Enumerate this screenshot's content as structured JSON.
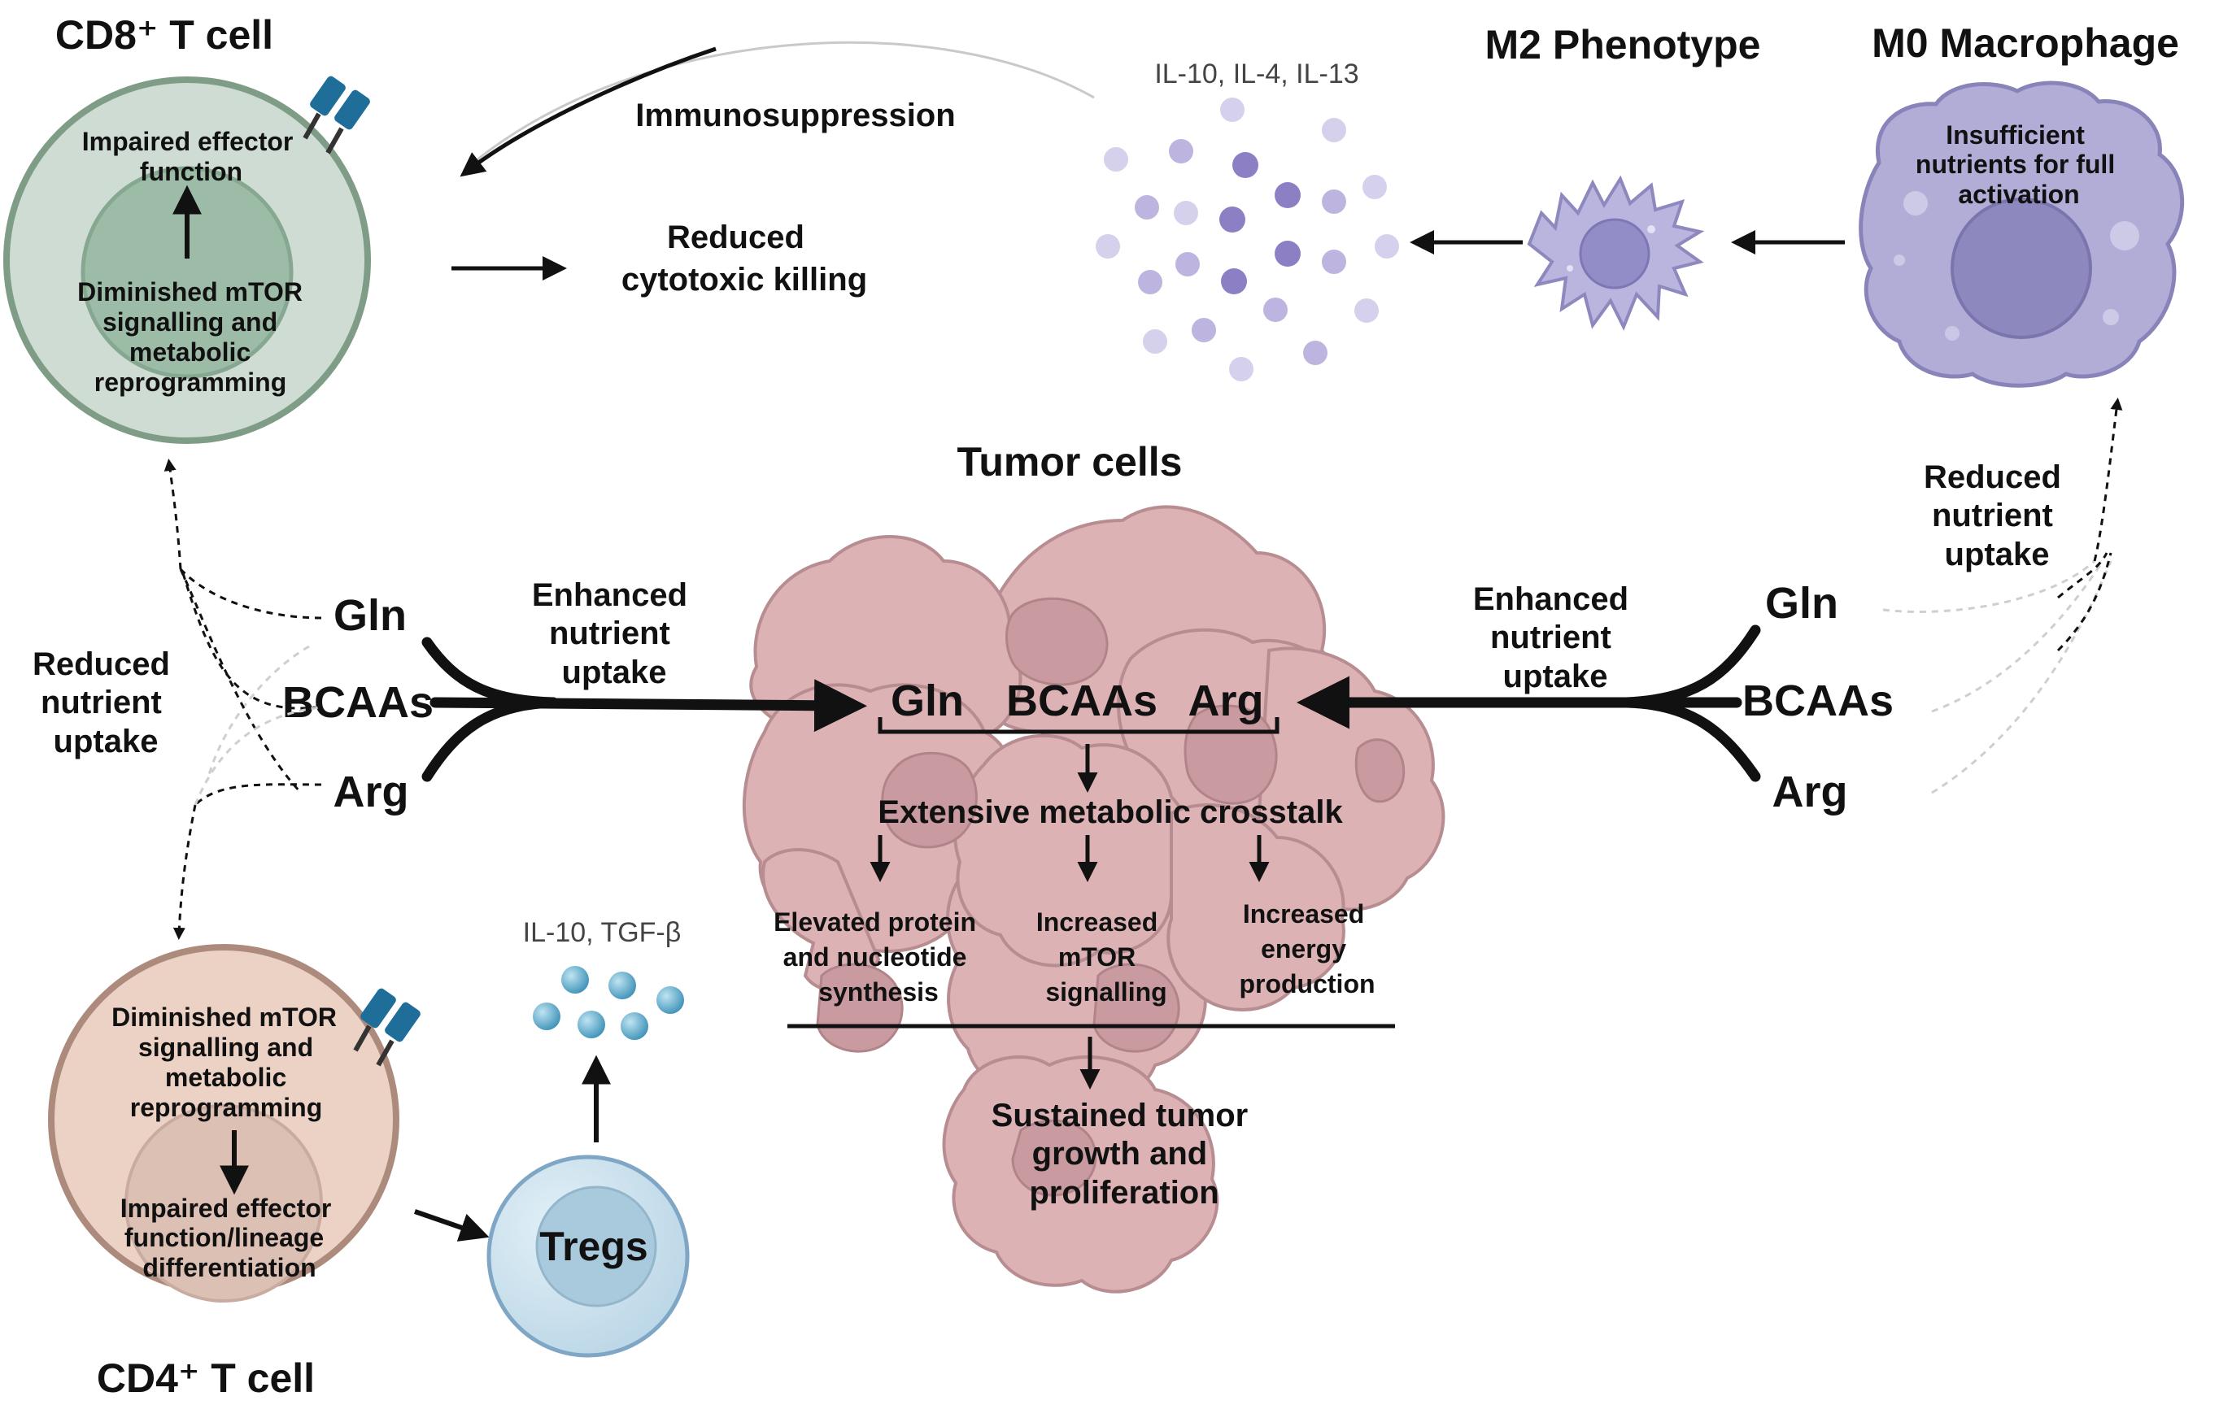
{
  "titles": {
    "cd8": "CD8⁺ T cell",
    "cd4": "CD4⁺ T cell",
    "m2": "M2 Phenotype",
    "m0": "M0 Macrophage",
    "tumor": "Tumor cells",
    "tregs": "Tregs"
  },
  "cd8_cell": {
    "outer_text": [
      "Impaired effector",
      "function"
    ],
    "inner_text": [
      "Diminished mTOR",
      "signalling and",
      "metabolic",
      "reprogramming"
    ]
  },
  "cd4_cell": {
    "upper_text": [
      "Diminished mTOR",
      "signalling and",
      "metabolic",
      "reprogramming"
    ],
    "lower_text": [
      "Impaired effector",
      "function/lineage",
      "differentiation"
    ]
  },
  "m0_cell": {
    "text": [
      "Insufficient",
      "nutrients for full",
      "activation"
    ]
  },
  "labels": {
    "immunosuppression": "Immunosuppression",
    "reduced_killing": [
      "Reduced",
      "cytotoxic killing"
    ],
    "reduced_uptake_left": [
      "Reduced",
      "nutrient",
      "uptake"
    ],
    "reduced_uptake_right": [
      "Reduced",
      "nutrient",
      "uptake"
    ],
    "enhanced_left": [
      "Enhanced",
      "nutrient",
      "uptake"
    ],
    "enhanced_right": [
      "Enhanced",
      "nutrient",
      "uptake"
    ]
  },
  "cytokines": {
    "m2": "IL-10, IL-4, IL-13",
    "tregs": "IL-10, TGF-β"
  },
  "amino_acids_left": [
    "Gln",
    "BCAAs",
    "Arg"
  ],
  "amino_acids_right": [
    "Gln",
    "BCAAs",
    "Arg"
  ],
  "tumor_internal": {
    "amino_acids": [
      "Gln",
      "BCAAs",
      "Arg"
    ],
    "crosstalk": "Extensive metabolic crosstalk",
    "outcome_1": [
      "Elevated protein",
      "and nucleotide",
      "synthesis"
    ],
    "outcome_2": [
      "Increased",
      "mTOR",
      "signalling"
    ],
    "outcome_3": [
      "Increased",
      "energy",
      "production"
    ],
    "final": [
      "Sustained tumor",
      "growth and",
      "proliferation"
    ]
  },
  "colors": {
    "cd8_outer": "#cfdcd3",
    "cd8_inner": "#9dbca8",
    "cd8_border": "#7f9d86",
    "cd4_outer": "#ecd2c4",
    "cd4_inner": "#dcc0b4",
    "cd4_border": "#ad8b7c",
    "tumor_fill": "#dcb2b5",
    "tumor_stroke": "#b88d92",
    "macrophage_fill": "#b9b5de",
    "macrophage_stroke": "#8d88bd",
    "treg_fill": "#cfe3ee",
    "treg_stroke": "#7fa7c5",
    "receptor": "#1f6e9a",
    "cytokine_purple": "#7d6cba",
    "cytokine_blue": "#4b9dc0"
  }
}
